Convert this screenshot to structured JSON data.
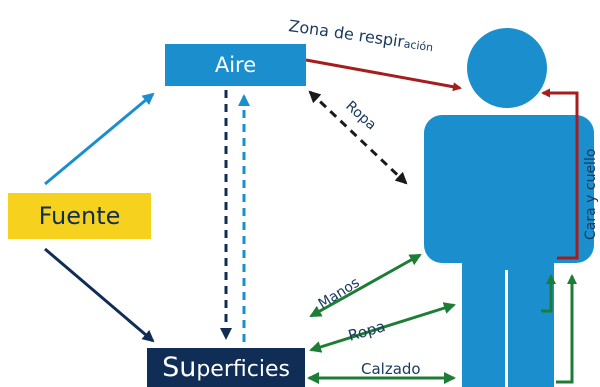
{
  "colors": {
    "air_box": "#1b8fcd",
    "source_box": "#f6d21e",
    "surface_box": "#0f2d55",
    "human": "#1b8fcd",
    "red_arrow": "#a51d1d",
    "green_arrow": "#1e7d34",
    "dark_arrow": "#0f2d55",
    "light_arrow": "#1b8fcd",
    "black_arrow": "#1a1a1a",
    "label_text": "#1a3a60"
  },
  "nodes": {
    "aire": "Aire",
    "fuente": "Fuente",
    "superficies_first": "Su",
    "superficies_rest": "perficies"
  },
  "edge_labels": {
    "zona_main": "Zona de respir",
    "zona_small": "ación",
    "ropa_air": "Ropa",
    "cara_cuello": "Cara y cuello",
    "manos": "Manos",
    "ropa_surface": "Ropa",
    "calzado": "Calzado"
  }
}
